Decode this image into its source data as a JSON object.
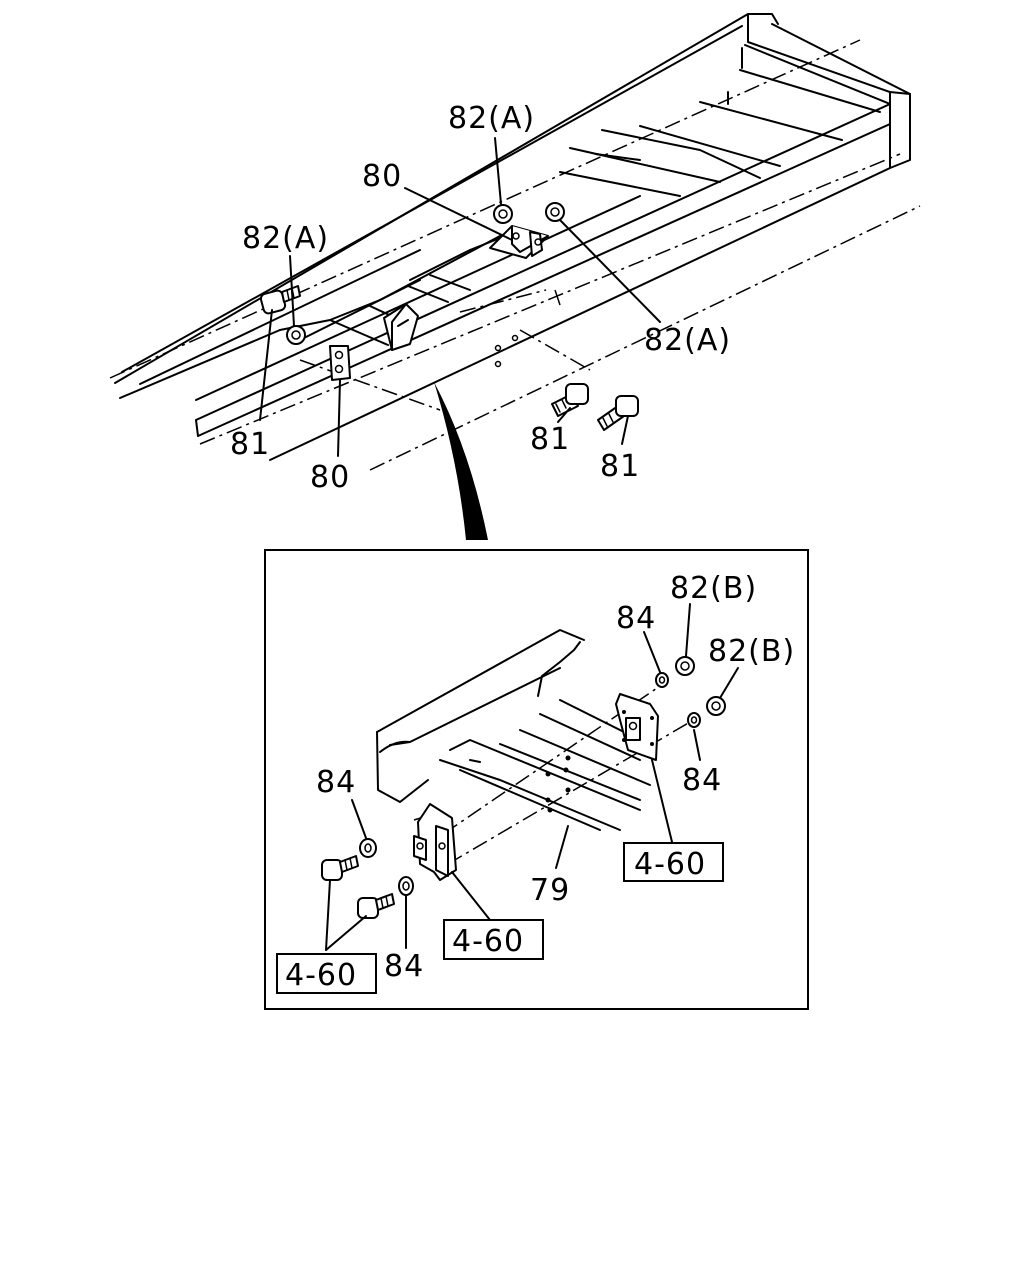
{
  "upper_view": {
    "labels": {
      "nut_82a_top": "82(A)",
      "bracket_80_top": "80",
      "nut_82a_left": "82(A)",
      "nut_82a_right": "82(A)",
      "bolt_81_left": "81",
      "bracket_80_bottom": "80",
      "bolt_81_mid": "81",
      "bolt_81_right": "81"
    }
  },
  "detail_view": {
    "labels": {
      "nut_82b_top": "82(B)",
      "washer_84_top": "84",
      "nut_82b_right": "82(B)",
      "washer_84_right": "84",
      "washer_84_left": "84",
      "crossmember_79": "79",
      "washer_84_bottom": "84"
    },
    "refs": {
      "ref_right_bracket": "4-60",
      "ref_left_bracket": "4-60",
      "ref_bolts": "4-60"
    }
  }
}
